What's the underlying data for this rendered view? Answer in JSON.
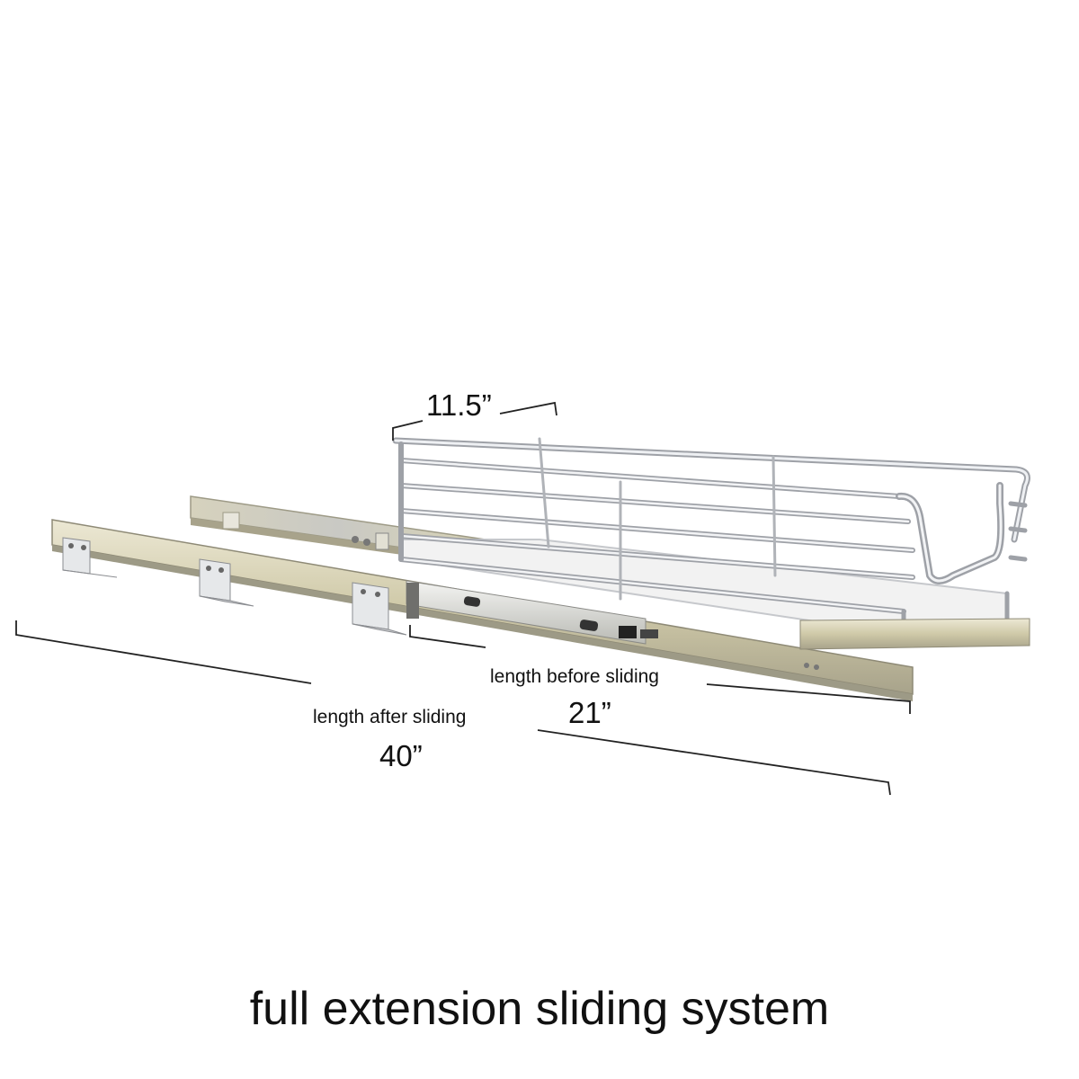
{
  "dimensions": {
    "width": "11.5”",
    "before_label": "length before sliding",
    "before_value": "21”",
    "after_label": "length after sliding",
    "after_value": "40”"
  },
  "caption": "full extension sliding system",
  "colors": {
    "chrome": "#b9bcc2",
    "chrome_highlight": "#eef0f3",
    "rail": "#cfc9a8",
    "rail_shadow": "#9d9a86",
    "basket_floor": "#f2f2f2",
    "line": "#222222"
  }
}
